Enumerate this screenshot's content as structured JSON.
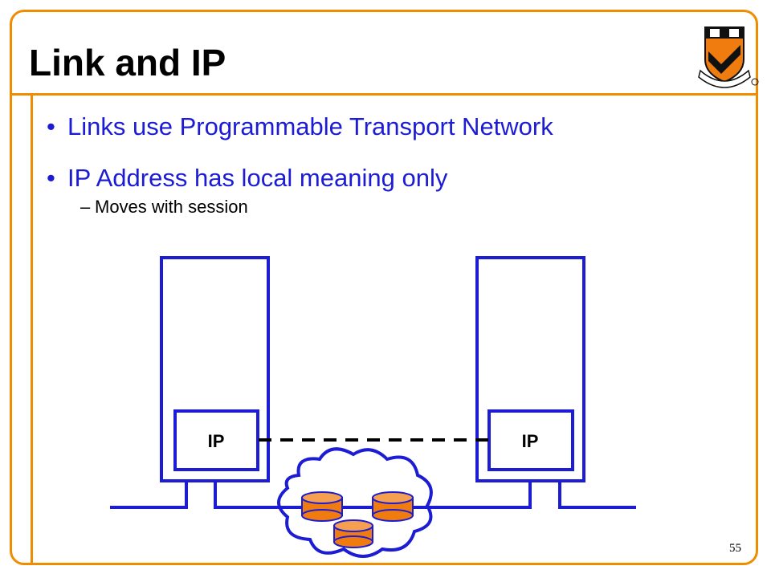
{
  "slide": {
    "title": "Link and IP",
    "bullets": [
      {
        "text": "Links use Programmable Transport Network"
      },
      {
        "text": "IP Address has local meaning only",
        "sub": "Moves with session"
      }
    ],
    "bullet_marker": "•",
    "sub_marker": "–",
    "diagram": {
      "left_box_label": "IP",
      "right_box_label": "IP"
    },
    "page_number": "55"
  },
  "colors": {
    "accent": "#f08c00",
    "diagram_blue": "#1c1cd4",
    "router_orange": "#f07c10",
    "logo_black": "#111111"
  },
  "logo": {
    "icon": "princeton-shield-icon"
  }
}
